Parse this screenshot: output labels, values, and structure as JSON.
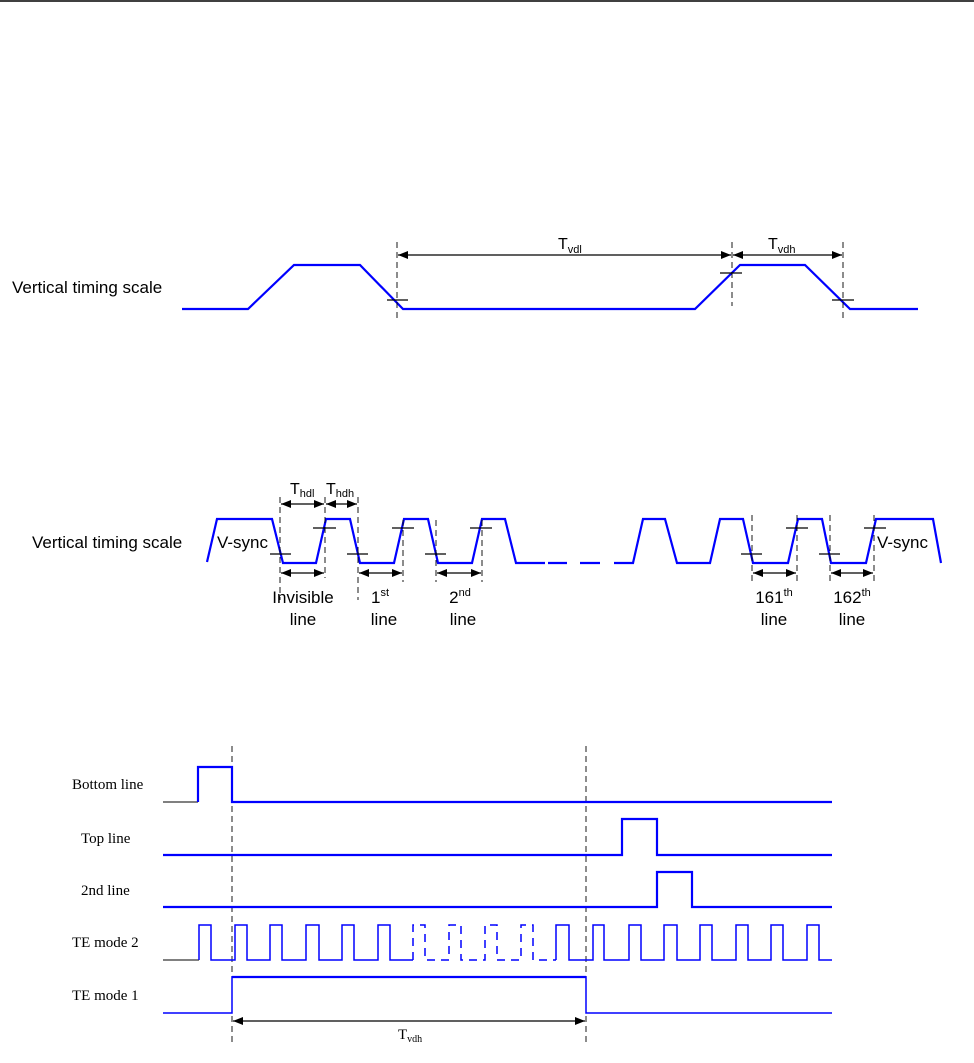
{
  "top_diagram": {
    "label": "Vertical timing scale",
    "tvdl": {
      "main": "T",
      "sub": "vdl"
    },
    "tvdh": {
      "main": "T",
      "sub": "vdh"
    }
  },
  "middle_diagram": {
    "label": "Vertical timing scale",
    "vsync_left": "V-sync",
    "vsync_right": "V-sync",
    "thdl": {
      "main": "T",
      "sub": "hdl"
    },
    "thdh": {
      "main": "T",
      "sub": "hdh"
    },
    "lines": [
      {
        "num": "Invisible",
        "sup": "",
        "word": "line"
      },
      {
        "num": "1",
        "sup": "st",
        "word": "line"
      },
      {
        "num": "2",
        "sup": "nd",
        "word": "line"
      },
      {
        "num": "161",
        "sup": "th",
        "word": "line"
      },
      {
        "num": "162",
        "sup": "th",
        "word": "line"
      }
    ]
  },
  "bottom_diagram": {
    "signals": [
      "Bottom line",
      "Top line",
      "2nd line",
      "TE mode 2",
      "TE mode 1"
    ],
    "tvdh": {
      "main": "T",
      "sub": "vdh"
    }
  },
  "colors": {
    "signal": "#0000ff",
    "annotation": "#000000"
  }
}
